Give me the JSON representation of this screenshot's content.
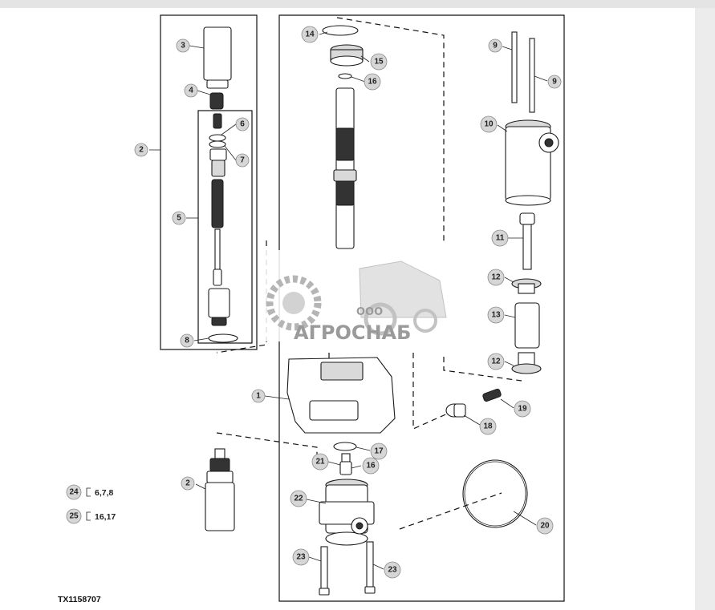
{
  "figure_id": "TX1158707",
  "callouts": {
    "c1": "1",
    "c2a": "2",
    "c2b": "2",
    "c3": "3",
    "c4": "4",
    "c5": "5",
    "c6": "6",
    "c7": "7",
    "c8": "8",
    "c9a": "9",
    "c9b": "9",
    "c10": "10",
    "c11": "11",
    "c12a": "12",
    "c12b": "12",
    "c13": "13",
    "c14": "14",
    "c15": "15",
    "c16a": "16",
    "c16b": "16",
    "c17": "17",
    "c18": "18",
    "c19": "19",
    "c20": "20",
    "c21": "21",
    "c22": "22",
    "c23a": "23",
    "c23b": "23"
  },
  "kits": [
    {
      "number": "24",
      "contents": "6,7,8"
    },
    {
      "number": "25",
      "contents": "16,17"
    }
  ],
  "watermark": {
    "company_type": "ООО",
    "company_name": "АГРОСНАБ"
  },
  "colors": {
    "callout_fill": "#d6d6d6",
    "line": "#111111",
    "watermark": "#9a9a9a"
  }
}
